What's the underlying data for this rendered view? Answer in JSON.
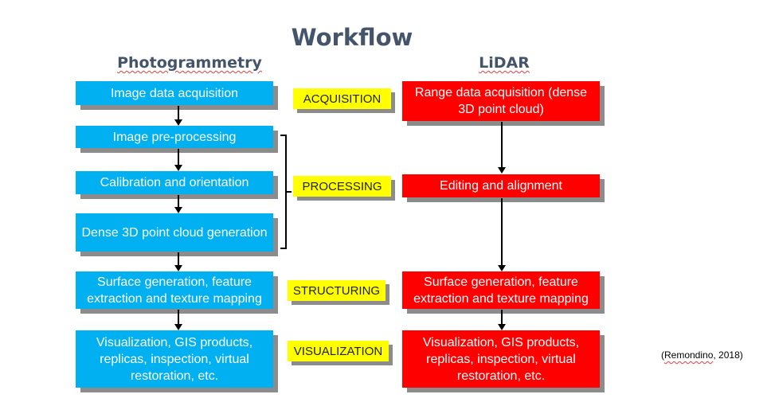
{
  "title": "Workflow",
  "columns": {
    "photogrammetry": {
      "heading": "Photogrammetry",
      "steps": [
        "Image data acquisition",
        "Image pre-processing",
        "Calibration and orientation",
        "Dense 3D point cloud generation",
        "Surface generation, feature extraction and texture mapping",
        "Visualization, GIS products, replicas, inspection, virtual restoration, etc."
      ]
    },
    "lidar": {
      "heading": "LiDAR",
      "steps": [
        "Range data acquisition (dense 3D point cloud)",
        "Editing and alignment",
        "Surface generation, feature extraction and texture mapping",
        "Visualization, GIS products, replicas, inspection, virtual restoration, etc."
      ]
    }
  },
  "stages": [
    "ACQUISITION",
    "PROCESSING",
    "STRUCTURING",
    "VISUALIZATION"
  ],
  "citation": {
    "prefix": "(",
    "author": "Remondino",
    "suffix": ", 2018)"
  },
  "colors": {
    "photogrammetry_box": "#00b0f0",
    "lidar_box": "#ff0000",
    "stage_box": "#ffff00",
    "heading_text": "#44546a"
  }
}
